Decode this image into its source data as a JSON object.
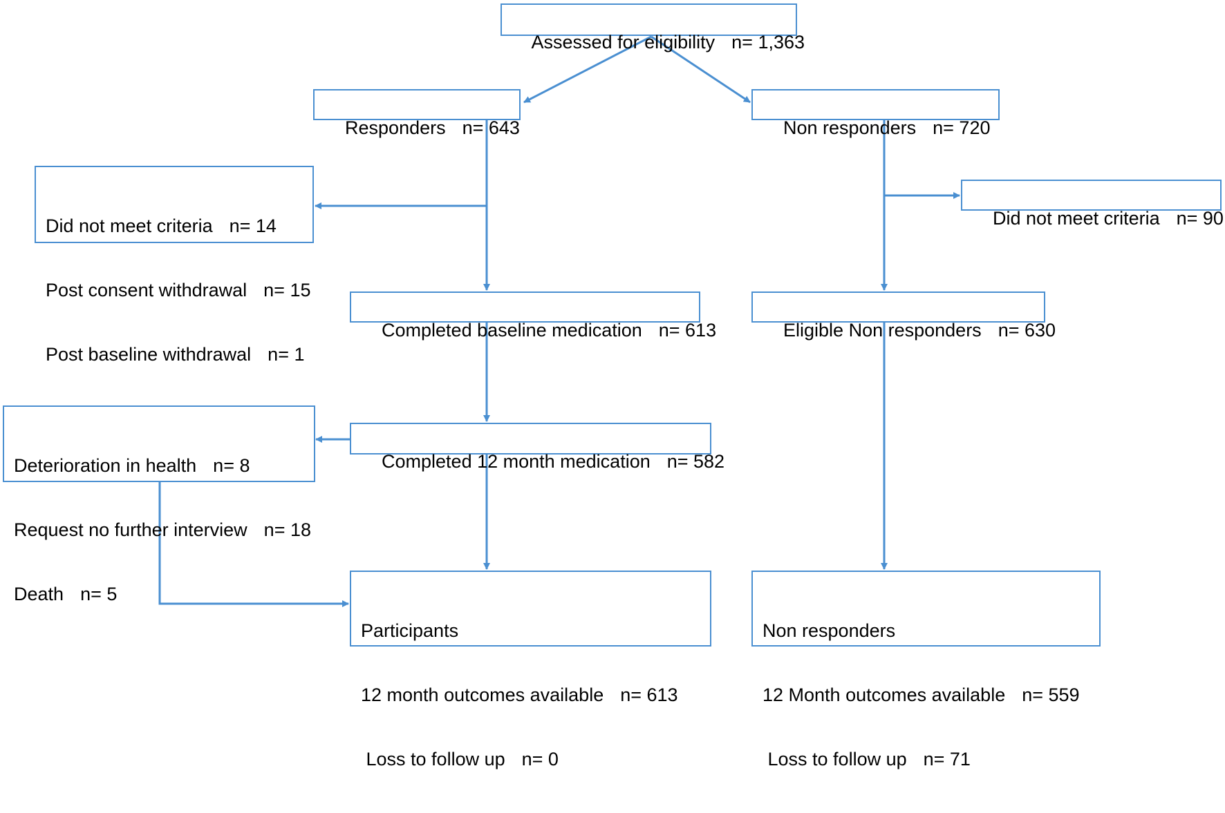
{
  "diagram": {
    "line_color": "#4a8fd1",
    "assessed": {
      "label": "Assessed for eligibility",
      "n": "n= 1,363"
    },
    "responders": {
      "label": "Responders",
      "n": "n= 643"
    },
    "non_responders": {
      "label": "Non responders",
      "n": "n= 720"
    },
    "responder_exclusions": [
      {
        "label": "Did not meet criteria",
        "n": "n= 14"
      },
      {
        "label": "Post consent withdrawal",
        "n": "n= 15"
      },
      {
        "label": "Post baseline withdrawal",
        "n": "n= 1"
      }
    ],
    "non_responder_exclusion": {
      "label": "Did not meet criteria",
      "n": "n= 90"
    },
    "completed_baseline": {
      "label": "Completed baseline medication",
      "n": "n= 613"
    },
    "eligible_non_responders": {
      "label": "Eligible Non responders",
      "n": "n= 630"
    },
    "followup_exclusions": [
      {
        "label": "Deterioration in health",
        "n": "n= 8"
      },
      {
        "label": "Request no further interview",
        "n": "n= 18"
      },
      {
        "label": "Death",
        "n": "n= 5"
      }
    ],
    "completed_12m": {
      "label": "Completed 12 month medication",
      "n": "n= 582"
    },
    "participants_final": {
      "title": "Participants",
      "outcomes_label": "12 month outcomes available",
      "outcomes_n": "n= 613",
      "loss_label": " Loss to follow up",
      "loss_n": "n= 0"
    },
    "non_responders_final": {
      "title": "Non responders",
      "outcomes_label": "12 Month outcomes available",
      "outcomes_n": "n= 559",
      "loss_label": " Loss to follow up",
      "loss_n": "n= 71"
    }
  }
}
